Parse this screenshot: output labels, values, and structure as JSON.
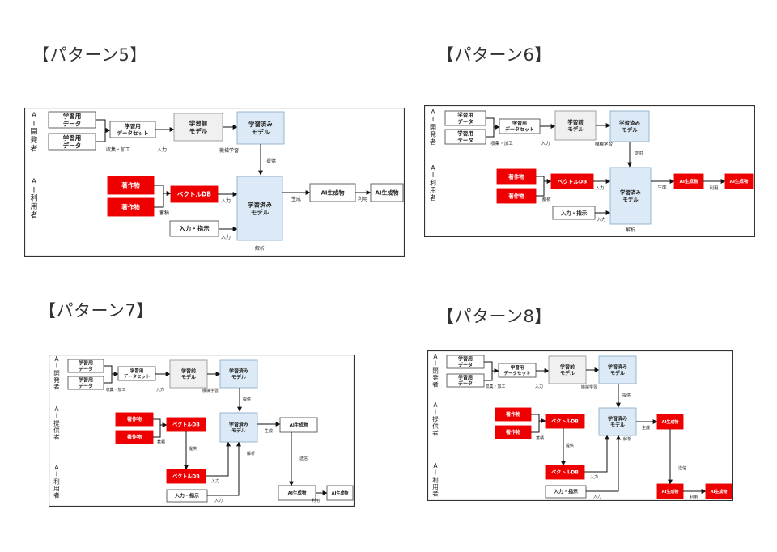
{
  "titles": {
    "p5": "【パターン5】",
    "p6": "【パターン6】",
    "p7": "【パターン7】",
    "p8": "【パターン8】"
  },
  "roles": {
    "dev": "AI開発者",
    "user": "AI利用者",
    "provider": "AI提供者"
  },
  "boxes": {
    "training_data": "学習用データ",
    "dataset": "学習用データセット",
    "pretrained_model": "学習前モデル",
    "trained_model": "学習済みモデル",
    "copyrighted_work": "著作物",
    "vector_db": "ベクトルDB",
    "input_instruction": "入力・指示",
    "ai_output": "AI生成物"
  },
  "labels": {
    "collect_process": "収集・加工",
    "input": "入力",
    "machine_learning": "機械学習",
    "provide": "提供",
    "store": "蓄積",
    "generate": "生成",
    "use": "利用",
    "analyze": "解析",
    "transmit": "送信"
  },
  "colors": {
    "red": "#ee0000",
    "grey_box": "#f0f0f0",
    "blue_box": "#dbeaf6",
    "border": "#555555"
  }
}
